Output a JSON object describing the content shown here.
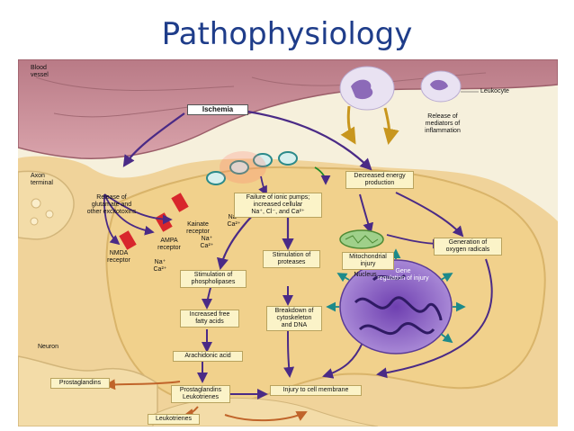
{
  "title": "Pathophysiology",
  "figure": {
    "labels": {
      "blood_vessel": "Blood\nvessel",
      "leukocyte": "Leukocyte",
      "ischemia": "Ischemia",
      "release_mediators": "Release of\nmediators of\ninflammation",
      "axon_terminal": "Axon\nterminal",
      "release_glutamate": "Release of\nglutamate and\nother excitotoxins",
      "kainate": "Kainate\nreceptor",
      "ampa": "AMPA\nreceptor",
      "nmda": "NMDA\nreceptor",
      "ion_kainate": "Na⁺\nCa²⁺",
      "ion_ampa": "Na⁺\nCa²⁺",
      "ion_nmda": "Na⁺\nCa²⁺",
      "failure_pumps": "Failure of ionic pumps;\nincreased cellular\nNa⁺, Cl⁻, and Ca²⁺",
      "decreased_energy": "Decreased energy\nproduction",
      "mito_injury": "Mitochondrial\ninjury",
      "generation_radicals": "Generation of\noxygen radicals",
      "nucleus": "Nucleus",
      "gene_regulation": "Gene\nregulation of injury",
      "stim_proteases": "Stimulation of\nproteases",
      "stim_phospholipases": "Stimulation of\nphospholipases",
      "increased_fatty": "Increased free\nfatty acids",
      "breakdown": "Breakdown of\ncytoskeleton\nand DNA",
      "arachidonic": "Arachidonic acid",
      "neuron": "Neuron",
      "prostaglandins": "Prostaglandins",
      "prost_leuk": "Prostaglandins\nLeukotrienes",
      "injury_membrane": "Injury to cell membrane",
      "leukotrienes": "Leukotrienes"
    }
  },
  "colors": {
    "vessel": "#c98a94",
    "cell": "#f1d18c",
    "background": "#f6f0dc",
    "arrow": "#4a2a86",
    "nucleus": "#8f69c9",
    "title": "#1f3d8a"
  }
}
